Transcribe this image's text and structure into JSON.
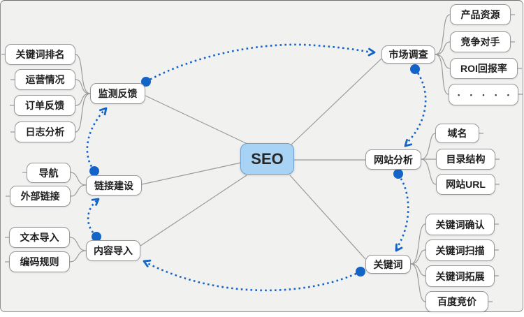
{
  "colors": {
    "accent": "#1464C8",
    "line": "#9a9a9a",
    "node_border": "#999999",
    "root_fill": "#A9D3F5",
    "root_border": "#6FA0CE",
    "background": "#F1F1F0",
    "text": "#1F1F1F"
  },
  "root": {
    "label": "SEO"
  },
  "branches": {
    "monitor": {
      "label": "监测反馈",
      "children": [
        "关键词排名",
        "运营情况",
        "订单反馈",
        "日志分析"
      ]
    },
    "links": {
      "label": "链接建设",
      "children": [
        "导航",
        "外部链接"
      ]
    },
    "content": {
      "label": "内容导入",
      "children": [
        "文本导入",
        "编码规则"
      ]
    },
    "market": {
      "label": "市场调查",
      "children": [
        "产品资源",
        "竞争对手",
        "ROI回报率",
        "• • • • •"
      ]
    },
    "site": {
      "label": "网站分析",
      "children": [
        "域名",
        "目录结构",
        "网站URL"
      ]
    },
    "keyword": {
      "label": "关键词",
      "children": [
        "关键词确认",
        "关键词扫描",
        "关键词拓展",
        "百度竞价"
      ]
    }
  }
}
